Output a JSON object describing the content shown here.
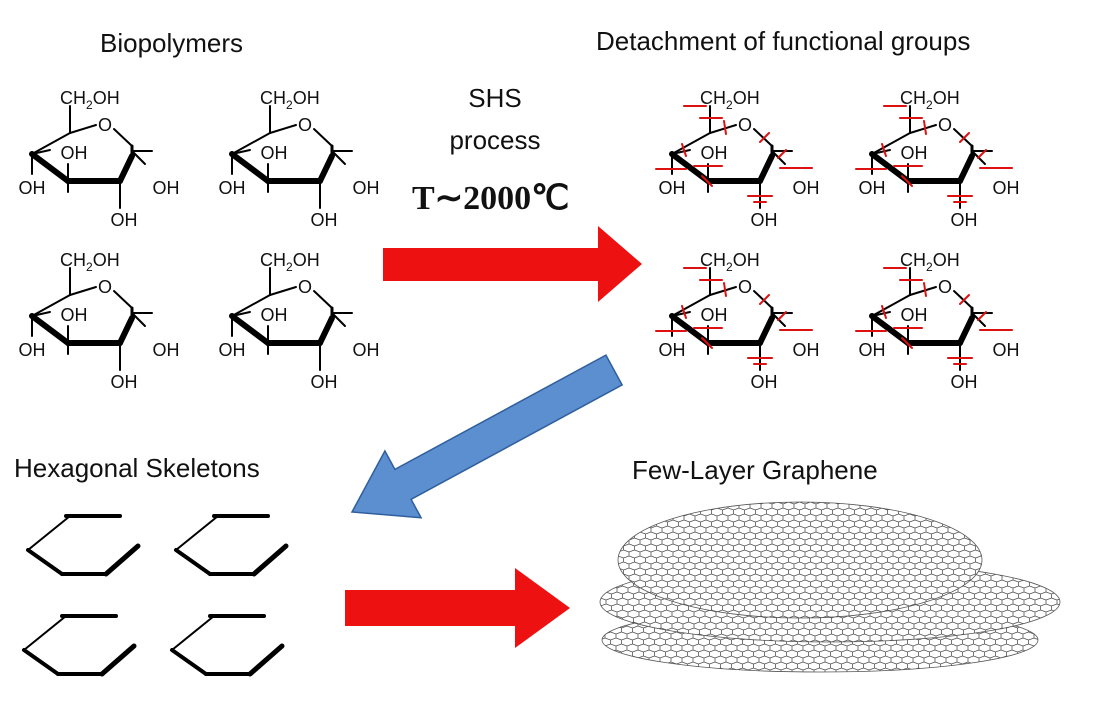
{
  "diagram": {
    "sections": {
      "biopolymers": "Biopolymers",
      "detachment": "Detachment of functional groups",
      "hexagonal": "Hexagonal Skeletons",
      "graphene": "Few-Layer Graphene"
    },
    "process": {
      "name": "SHS",
      "word": "process",
      "temperature": "T∼2000℃"
    },
    "glucose_labels": {
      "ch2oh_main": "CH",
      "ch2oh_sub": "2",
      "ch2oh_tail": "OH",
      "oh": "OH",
      "ring_o": "O"
    },
    "colors": {
      "arrow_red": "#ee1111",
      "arrow_blue": "#5b8fd0",
      "arrow_blue_edge": "#2f5f9c",
      "cut_marks": "#dd1111",
      "structure": "#000000",
      "graphene_lines": "#555555"
    }
  }
}
